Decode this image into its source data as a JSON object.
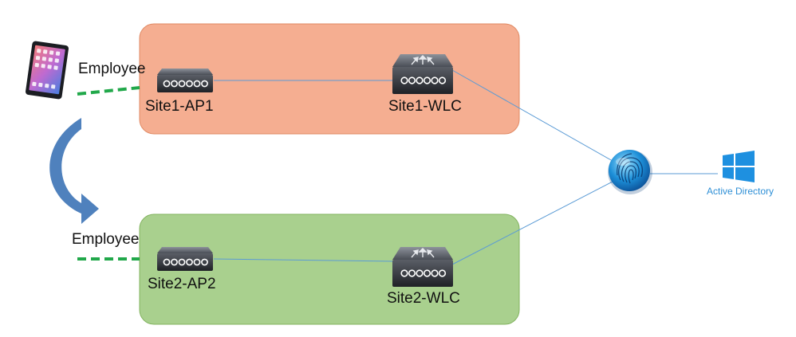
{
  "sites": [
    {
      "ap_label": "Site1-AP1",
      "wlc_label": "Site1-WLC",
      "fill": "#f5ae91",
      "stroke": "#e08a64"
    },
    {
      "ap_label": "Site2-AP2",
      "wlc_label": "Site2-WLC",
      "fill": "#a9d08e",
      "stroke": "#82b35f"
    }
  ],
  "clients": [
    {
      "label": "Employee"
    },
    {
      "label": "Employee"
    }
  ],
  "auth_server": {
    "icon": "fingerprint-icon"
  },
  "directory": {
    "label": "Active Directory",
    "icon": "windows-logo-icon"
  },
  "colors": {
    "link": "#5b9bd5",
    "wireless": "#21a84a",
    "roam_arrow": "#4f81bd",
    "device": "#33363d",
    "directory": "#1e90e0"
  }
}
